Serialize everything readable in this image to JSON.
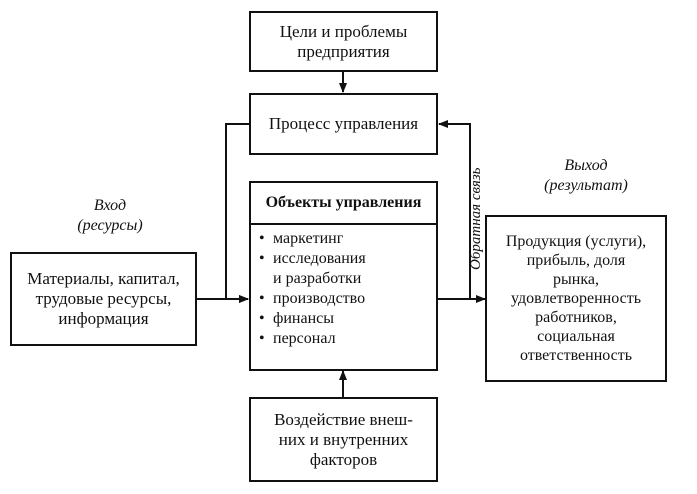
{
  "goals": {
    "lines": [
      "Цели и проблемы",
      "предприятия"
    ]
  },
  "process": {
    "label": "Процесс управления"
  },
  "objects": {
    "title": "Объекты управления",
    "bullet": "•",
    "items": [
      [
        "маркетинг"
      ],
      [
        "исследования",
        "и разработки"
      ],
      [
        "производство"
      ],
      [
        "финансы"
      ],
      [
        "персонал"
      ]
    ]
  },
  "input": {
    "caption": [
      "Вход",
      "(ресурсы)"
    ],
    "lines": [
      "Материалы, капитал,",
      "трудовые ресурсы,",
      "информация"
    ]
  },
  "output": {
    "caption": [
      "Выход",
      "(результат)"
    ],
    "lines": [
      "Продукция (услуги),",
      "прибыль, доля",
      "рынка,",
      "удовлетворенность",
      "работников,",
      "социальная",
      "ответственность"
    ]
  },
  "factors": {
    "lines": [
      "Воздействие внеш-",
      "них и внутренних",
      "факторов"
    ]
  },
  "feedback": {
    "label": "Обратная связь"
  }
}
